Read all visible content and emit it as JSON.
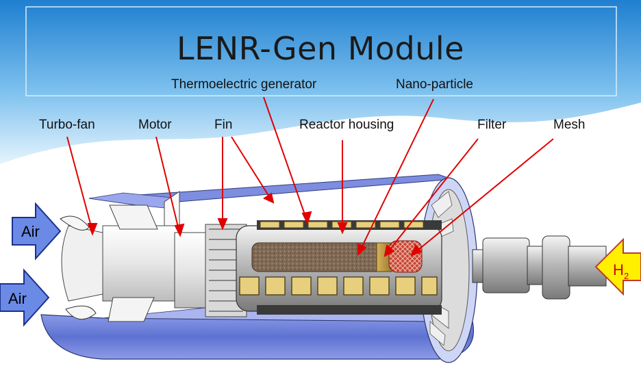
{
  "title": "LENR-Gen Module",
  "labels": {
    "thermoelectric": "Thermoelectric generator",
    "nanoparticle": "Nano-particle",
    "turbofan": "Turbo-fan",
    "motor": "Motor",
    "fin": "Fin",
    "reactor_housing": "Reactor housing",
    "filter": "Filter",
    "mesh": "Mesh"
  },
  "inlets": {
    "air_top": "Air",
    "air_bottom": "Air",
    "h2_main": "H",
    "h2_sub": "2"
  },
  "colors": {
    "banner_top": "#1f7fd0",
    "banner_light": "#bfe0f7",
    "arrow_blue": "#5a7fe0",
    "arrow_yellow": "#ffef00",
    "leader_red": "#e00000",
    "shell_blue": "#6f82d9"
  }
}
